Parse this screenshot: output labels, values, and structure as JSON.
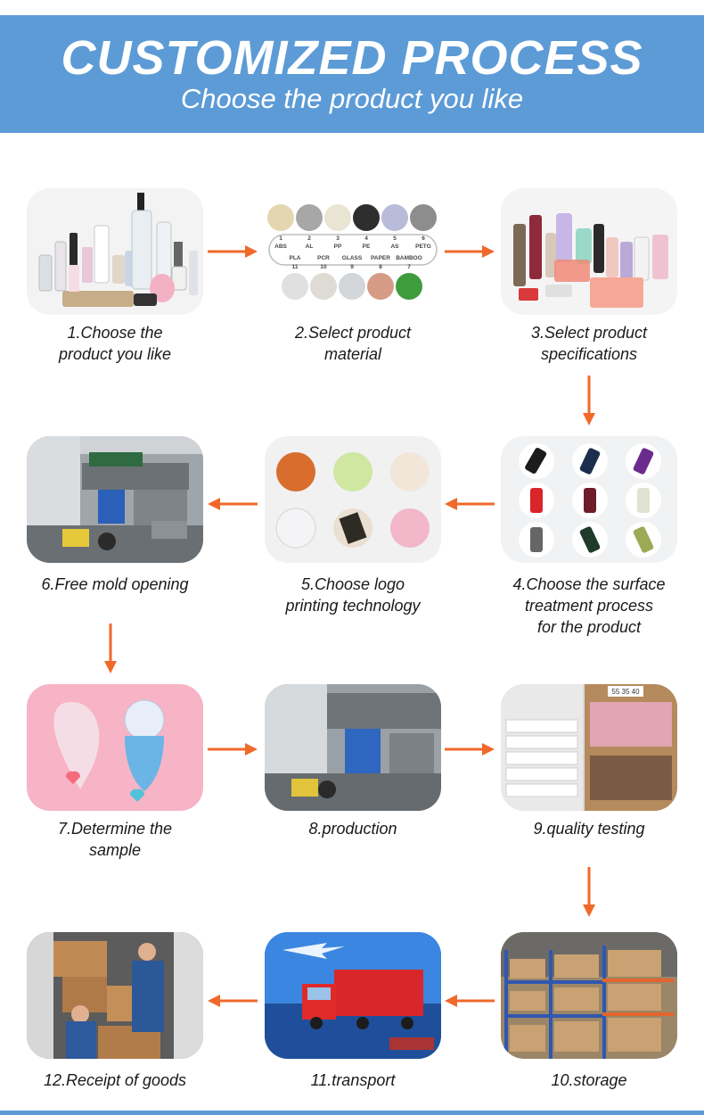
{
  "header": {
    "title": "CUSTOMIZED PROCESS",
    "subtitle": "Choose the product you like",
    "background": "#5c9bd6"
  },
  "arrow_color": "#f0692a",
  "steps": [
    {
      "caption": "1.Choose the\nproduct you like"
    },
    {
      "caption": "2.Select product\nmaterial",
      "materials_top": [
        "ABS",
        "AL",
        "PP",
        "PE",
        "AS",
        "PETG"
      ],
      "materials_bottom": [
        "PLA",
        "PCR",
        "GLASS",
        "PAPER",
        "BAMBOO"
      ],
      "numbers": [
        "1",
        "2",
        "3",
        "4",
        "5",
        "6",
        "11",
        "10",
        "9",
        "8",
        "7"
      ]
    },
    {
      "caption": "3.Select product\nspecifications"
    },
    {
      "caption": "4.Choose the surface\ntreatment process\nfor the product"
    },
    {
      "caption": "5.Choose logo\nprinting technology"
    },
    {
      "caption": "6.Free mold opening"
    },
    {
      "caption": "7.Determine the\nsample"
    },
    {
      "caption": "8.production"
    },
    {
      "caption": "9.quality testing",
      "box_label": "55 35 40"
    },
    {
      "caption": "10.storage"
    },
    {
      "caption": "11.transport"
    },
    {
      "caption": "12.Receipt of goods"
    }
  ]
}
